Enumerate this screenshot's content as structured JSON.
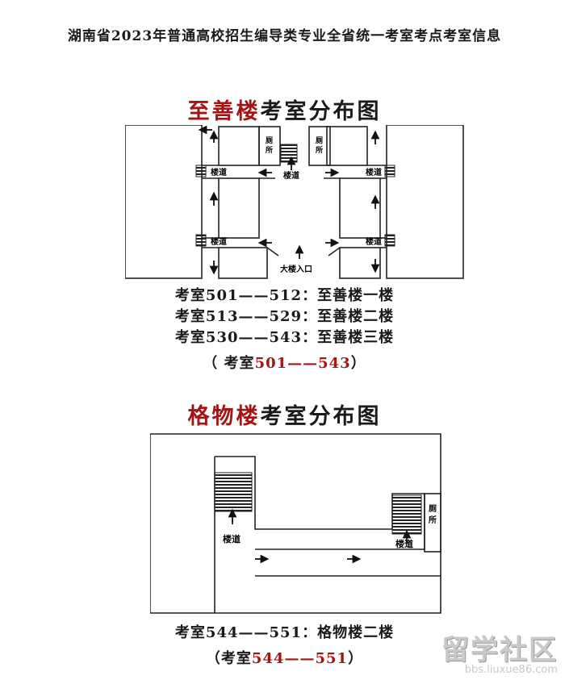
{
  "doc_title": "湖南省2023年普通高校招生编导类专业全省统一考室考点考室信息",
  "section1": {
    "title_red": "至善楼",
    "title_rest": "考室分布图",
    "map": {
      "restroom_left": "厕\n所",
      "restroom_right": "厕\n所",
      "stairs_label": "楼道",
      "entrance": "大楼入口"
    },
    "lines": [
      "考室501——512：至善楼一楼",
      "考室513——529：至善楼二楼",
      "考室530——543：至善楼三楼"
    ],
    "range_prefix": "（ 考室",
    "range_red": "501——543",
    "range_suffix": "）"
  },
  "section2": {
    "title_red": "格物楼",
    "title_rest": "考室分布图",
    "map": {
      "restroom": "厕\n所",
      "stairs_label": "楼道"
    },
    "lines": [
      "考室544——551：格物楼二楼"
    ],
    "range_prefix": "（考室",
    "range_red": "544——551",
    "range_suffix": "）"
  },
  "watermark": {
    "brand": "留学社区",
    "url": "bbs.liuxue86.com"
  }
}
